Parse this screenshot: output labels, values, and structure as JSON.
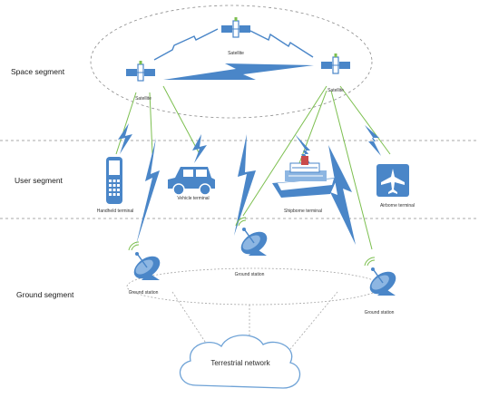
{
  "segments": {
    "space": "Space segment",
    "user": "User segment",
    "ground": "Ground segment"
  },
  "satellites": [
    "Satellite",
    "Satellite",
    "Satellite"
  ],
  "terminals": {
    "handheld": "Handheld terminal",
    "vehicle": "Vehicle terminal",
    "shipborne": "Shipborne terminal",
    "airborne": "Airborne terminal"
  },
  "ground_stations": [
    "Ground station",
    "Ground station",
    "Ground station"
  ],
  "terrestrial": "Terrestrial network",
  "colors": {
    "icon_blue": "#4a86c8",
    "icon_blue_light": "#8db6e2",
    "link_green": "#7cbf4f",
    "dash_gray": "#8c8c8c"
  }
}
